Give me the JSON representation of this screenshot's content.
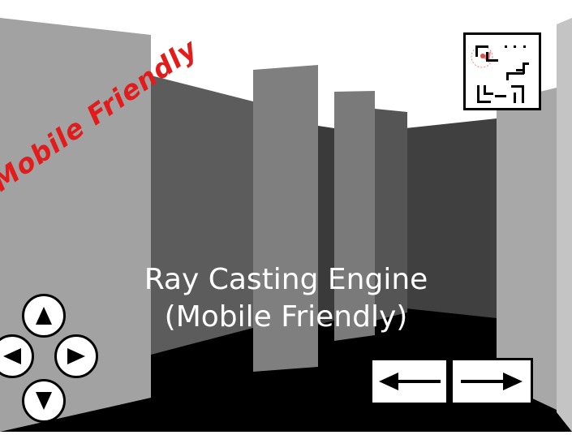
{
  "game": {
    "title_line1": "Ray Casting Engine",
    "title_line2": "(Mobile Friendly)",
    "ribbon_text": "Mobile Friendly"
  },
  "controls": {
    "dpad": [
      "up-arrow-icon",
      "left-arrow-icon",
      "right-arrow-icon",
      "down-arrow-icon"
    ],
    "turn": [
      "turn-left-arrow-icon",
      "turn-right-arrow-icon"
    ]
  },
  "colors": {
    "sky": "#ffffff",
    "floor": "#000000",
    "ribbon": "#e31b1b",
    "player_marker": "#f08a8a"
  }
}
